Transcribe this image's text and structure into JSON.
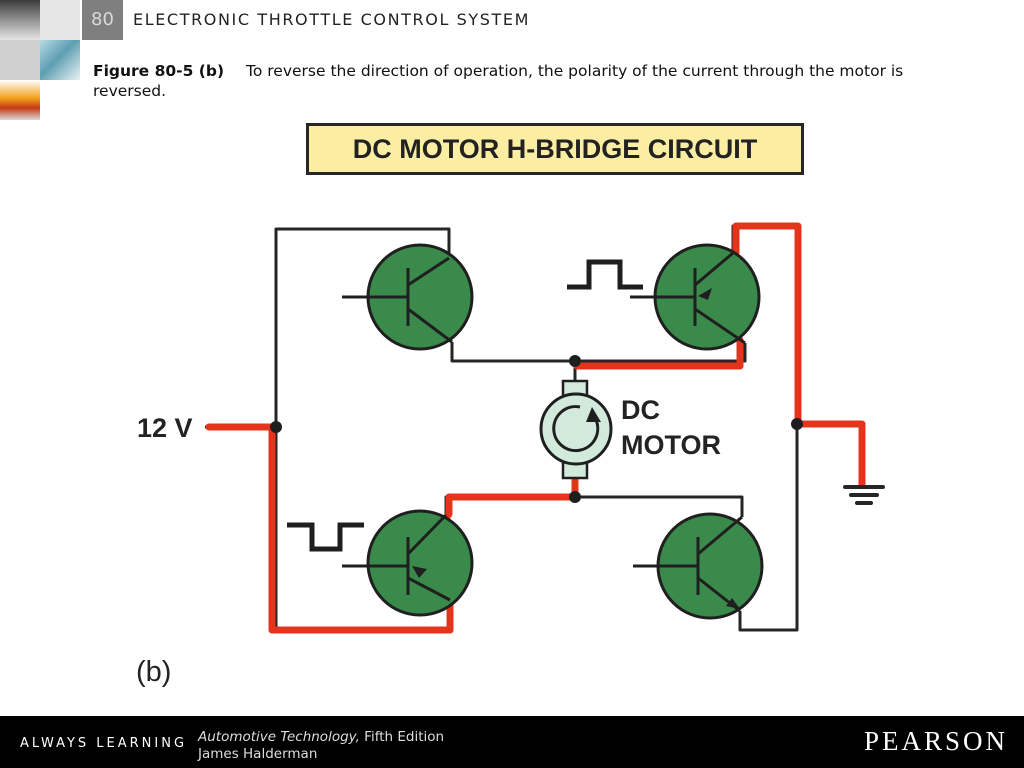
{
  "header": {
    "chapter_number": "80",
    "chapter_title": "ELECTRONIC THROTTLE CONTROL SYSTEM"
  },
  "caption": {
    "figure_label": "Figure 80-5 (b)",
    "text": "To reverse the direction of operation, the polarity of the current through the motor is reversed."
  },
  "diagram": {
    "title": "DC MOTOR H-BRIDGE CIRCUIT",
    "supply_label": "12 V",
    "motor_label_line1": "DC",
    "motor_label_line2": "MOTOR",
    "panel_label": "(b)",
    "current_path_color": "#e5341c",
    "transistor_color": "#3a8a4c"
  },
  "footer": {
    "always_learning": "ALWAYS LEARNING",
    "book_title": "Automotive Technology,",
    "edition": " Fifth Edition",
    "author": "James Halderman",
    "publisher": "PEARSON"
  }
}
